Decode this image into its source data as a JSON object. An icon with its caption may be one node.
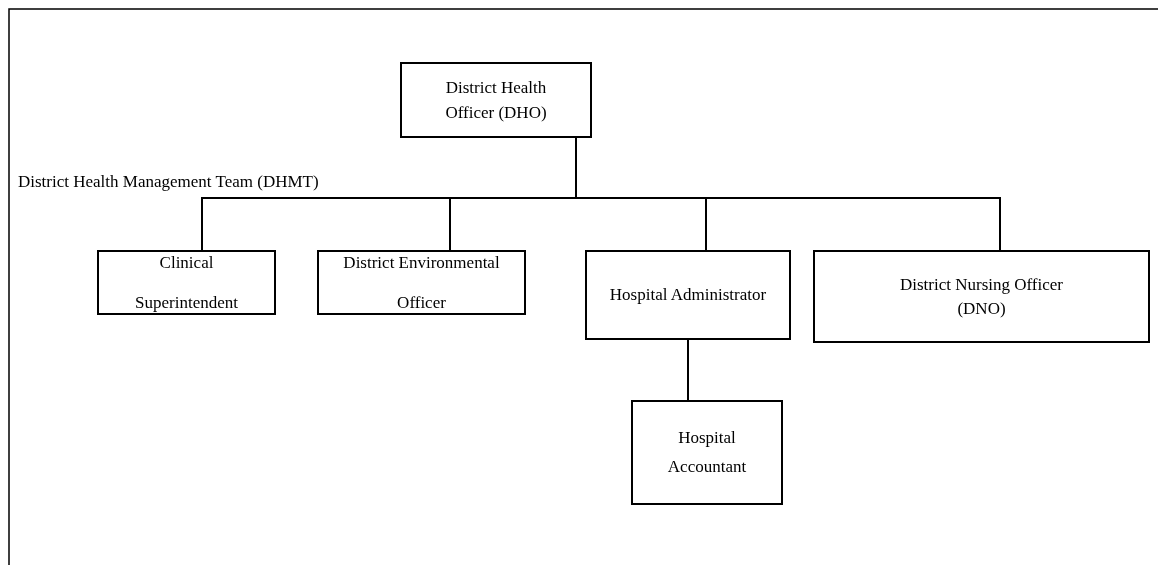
{
  "diagram": {
    "nodes": [
      {
        "text": [
          "District Health Officer (DHO)"
        ]
      },
      {
        "text": [
          "Clinical Superintendent"
        ]
      },
      {
        "text": [
          "District Environmental Officer"
        ]
      },
      {
        "text": [
          "Hospital Administrator"
        ]
      },
      {
        "text": [
          "District Nursing Officer (DNO)"
        ]
      },
      {
        "text": [
          "Hospital Accountant"
        ]
      }
    ],
    "edges": [
      {
        "from": 0,
        "to": 1,
        "arrow": "none"
      },
      {
        "from": 0,
        "to": 2,
        "arrow": "none"
      },
      {
        "from": 0,
        "to": 3,
        "arrow": "none"
      },
      {
        "from": 0,
        "to": 4,
        "arrow": "none"
      },
      {
        "from": 3,
        "to": 5,
        "arrow": "none"
      }
    ],
    "labels": [
      "District Health Management Team (DHMT)"
    ]
  }
}
